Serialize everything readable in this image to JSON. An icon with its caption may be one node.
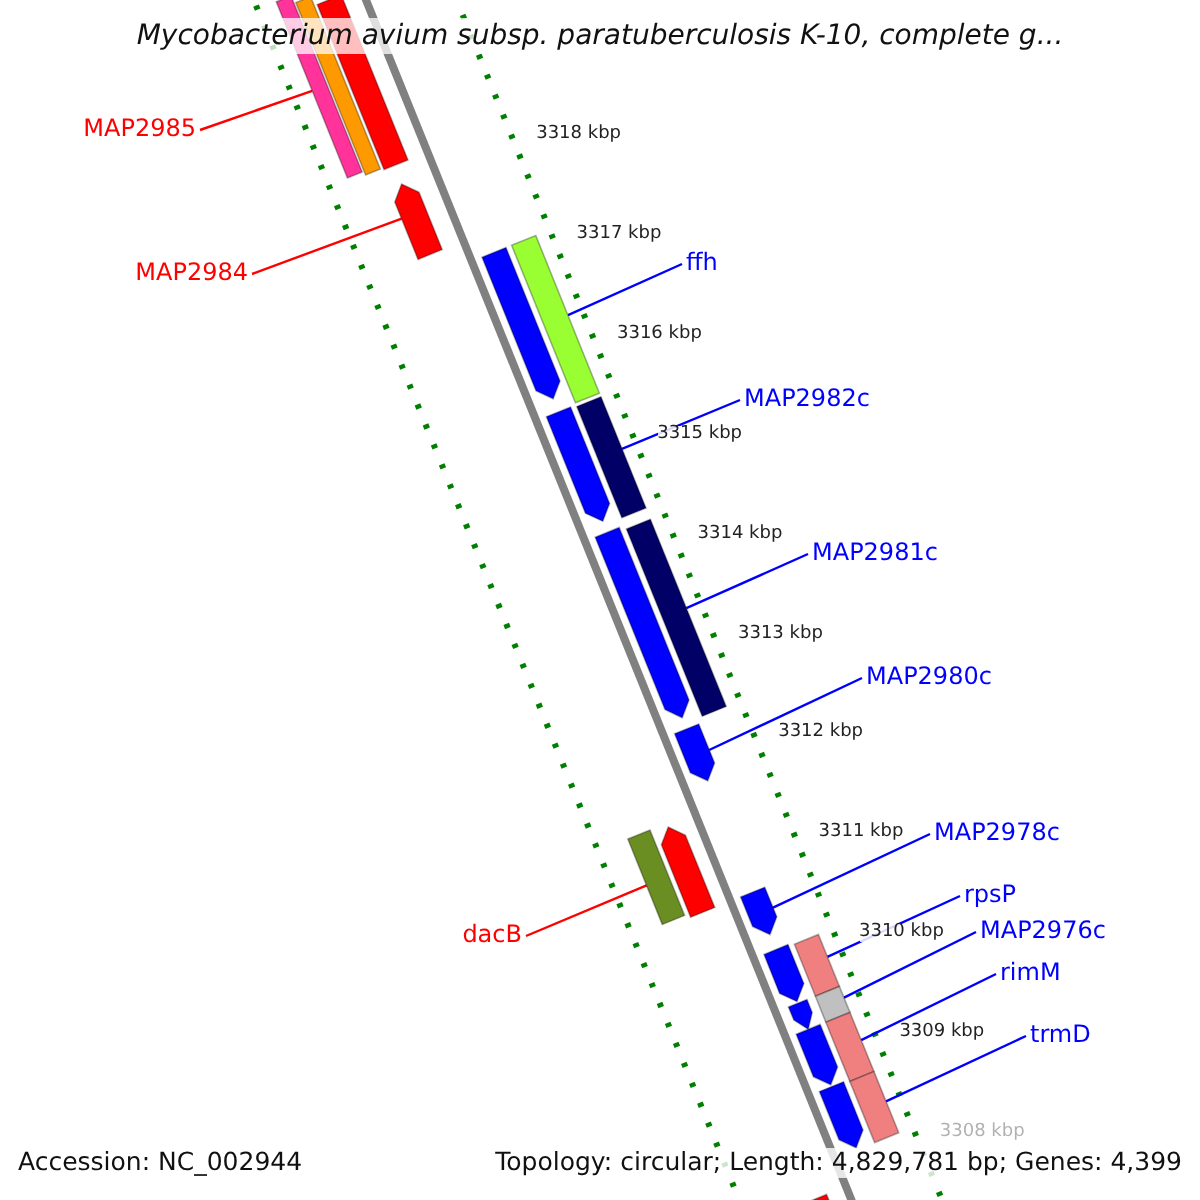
{
  "diagram": {
    "title": "Mycobacterium avium subsp. paratuberculosis K-10, complete g...",
    "nodes": [
      {
        "text": [
          "MAP2985"
        ]
      },
      {
        "text": [],
        "shape": "bar"
      },
      {
        "text": [
          "MAP2984"
        ]
      },
      {
        "text": [],
        "shape": "arrow"
      },
      {
        "text": [
          "ffh"
        ]
      },
      {
        "text": [],
        "shape": "bar"
      },
      {
        "text": [
          "MAP2982c"
        ]
      },
      {
        "text": [],
        "shape": "bar"
      },
      {
        "text": [
          "MAP2981c"
        ]
      },
      {
        "text": [],
        "shape": "bar"
      },
      {
        "text": [
          "MAP2980c"
        ]
      },
      {
        "text": [],
        "shape": "arrow"
      },
      {
        "text": [
          "MAP2978c"
        ]
      },
      {
        "text": [],
        "shape": "arrow"
      },
      {
        "text": [
          "dacB"
        ]
      },
      {
        "text": [],
        "shape": "bar"
      },
      {
        "text": [
          "rpsP"
        ]
      },
      {
        "text": [],
        "shape": "bar"
      },
      {
        "text": [
          "MAP2976c"
        ]
      },
      {
        "text": [],
        "shape": "bar"
      },
      {
        "text": [
          "rimM"
        ]
      },
      {
        "text": [],
        "shape": "bar"
      },
      {
        "text": [
          "trmD"
        ]
      },
      {
        "text": [],
        "shape": "bar"
      },
      {
        "text": [],
        "shape": "bar"
      },
      {
        "text": [],
        "shape": "bar"
      },
      {
        "text": [],
        "shape": "arrow"
      },
      {
        "text": [],
        "shape": "arrow"
      },
      {
        "text": [],
        "shape": "arrow"
      },
      {
        "text": [],
        "shape": "arrow"
      },
      {
        "text": [],
        "shape": "arrow"
      },
      {
        "text": [],
        "shape": "arrow"
      },
      {
        "text": [],
        "shape": "arrow"
      },
      {
        "text": [],
        "shape": "arrow"
      },
      {
        "text": [],
        "shape": "bar"
      }
    ],
    "edges": [
      {
        "from": 0,
        "to": 1,
        "arrow": "none",
        "color": "#ff0000"
      },
      {
        "from": 2,
        "to": 3,
        "arrow": "none",
        "color": "#ff0000"
      },
      {
        "from": 4,
        "to": 5,
        "arrow": "none"
      },
      {
        "from": 6,
        "to": 7,
        "arrow": "none"
      },
      {
        "from": 8,
        "to": 9,
        "arrow": "none"
      },
      {
        "from": 10,
        "to": 11,
        "arrow": "none"
      },
      {
        "from": 12,
        "to": 13,
        "arrow": "none"
      },
      {
        "from": 14,
        "to": 15,
        "arrow": "none",
        "color": "#ff0000"
      },
      {
        "from": 16,
        "to": 17,
        "arrow": "none"
      },
      {
        "from": 18,
        "to": 19,
        "arrow": "none"
      },
      {
        "from": 20,
        "to": 21,
        "arrow": "none"
      },
      {
        "from": 22,
        "to": 23,
        "arrow": "none"
      }
    ],
    "labels": [
      "3318 kbp",
      "3317 kbp",
      "3316 kbp",
      "3315 kbp",
      "3314 kbp",
      "3313 kbp",
      "3312 kbp",
      "3311 kbp",
      "3310 kbp",
      "3309 kbp",
      "3308 kbp",
      "Accession: NC_002944",
      "Topology: circular; Length: 4,829,781 bp; Genes: 4,399"
    ]
  }
}
